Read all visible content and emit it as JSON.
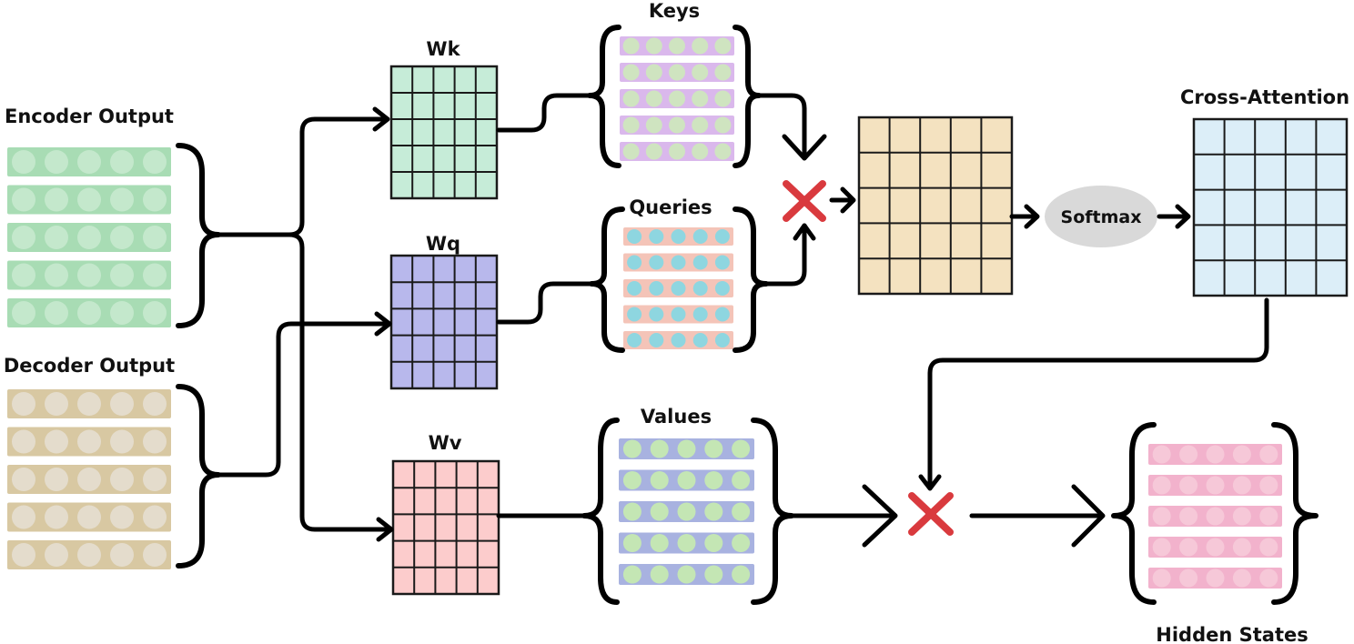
{
  "labels": {
    "encoder_output": "Encoder Output",
    "decoder_output": "Decoder Output",
    "wk": "Wk",
    "wq": "Wq",
    "wv": "Wv",
    "keys": "Keys",
    "queries": "Queries",
    "values": "Values",
    "softmax": "Softmax",
    "cross_attention": "Cross-Attention",
    "hidden_states": "Hidden States"
  },
  "colors": {
    "encoder_row": "#a8dcb4",
    "encoder_dot": "#c4e8cc",
    "decoder_row": "#d8c8a2",
    "decoder_dot": "#e4dccc",
    "wk_fill": "#c6ecd8",
    "wq_fill": "#b8b8ec",
    "wv_fill": "#fccccc",
    "keys_row": "#dab8ec",
    "keys_dot": "#cfe4c0",
    "queries_row": "#f4c4b8",
    "queries_dot": "#8ed6e0",
    "values_row": "#a8b2e0",
    "values_dot": "#c4e6b4",
    "score_fill": "#f4e2c0",
    "softmax_fill": "#d9d9d9",
    "attention_fill": "#dceef8",
    "hidden_row": "#f2b2cc",
    "hidden_dot": "#f6c8d8",
    "multiply": "#d93a3e"
  }
}
